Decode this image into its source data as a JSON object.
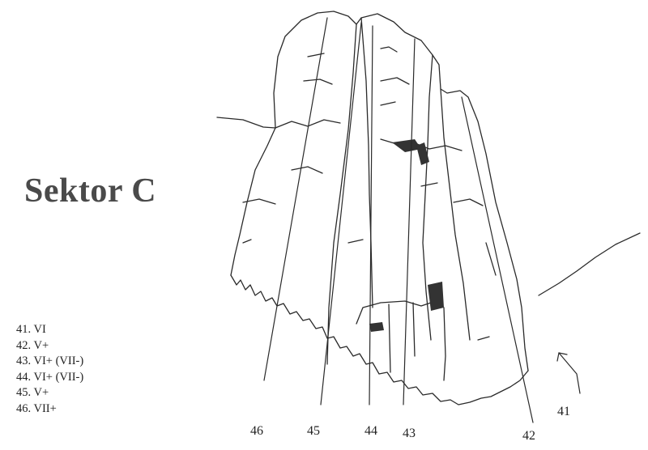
{
  "sector_title": "Sektor C",
  "routes": [
    {
      "number": "41",
      "grade": "VI"
    },
    {
      "number": "42",
      "grade": "V+"
    },
    {
      "number": "43",
      "grade": "VI+ (VII-)"
    },
    {
      "number": "44",
      "grade": "VI+ (VII-)"
    },
    {
      "number": "45",
      "grade": "V+"
    },
    {
      "number": "46",
      "grade": "VII+"
    }
  ],
  "route_labels": {
    "r46": "46",
    "r45": "45",
    "r44": "44",
    "r43": "43",
    "r42": "42",
    "r41": "41"
  },
  "colors": {
    "ink": "#222222",
    "title": "#4a4a4a"
  }
}
